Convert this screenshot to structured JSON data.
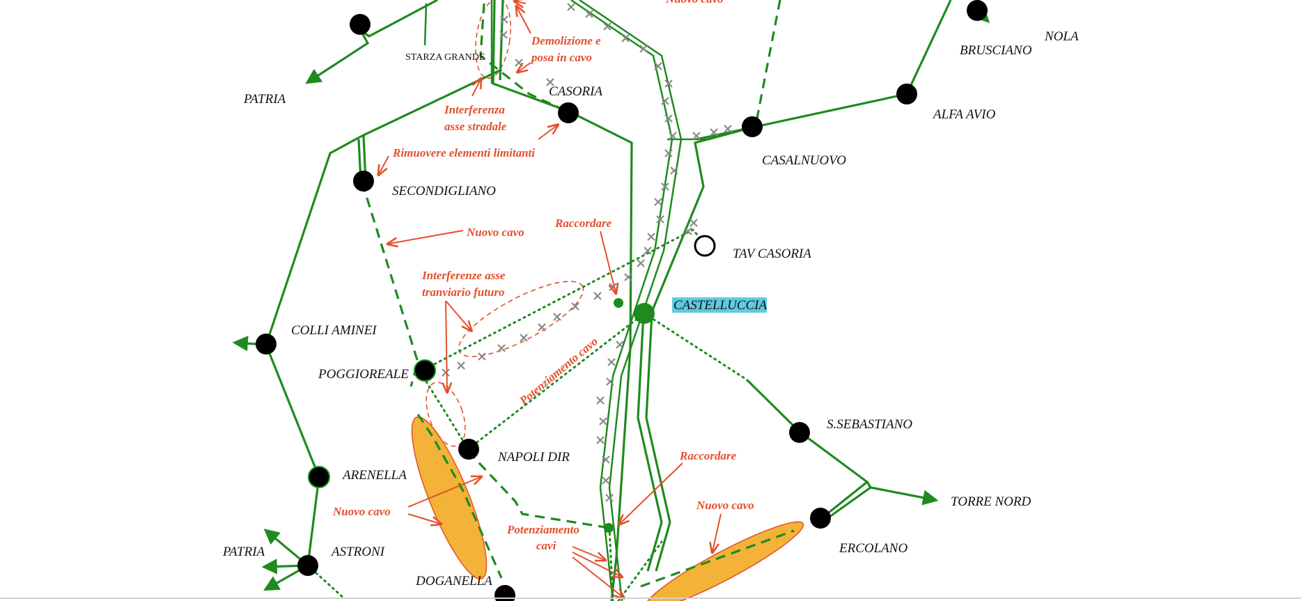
{
  "colors": {
    "line": "#1f8a1f",
    "annotation": "#e2502c",
    "node": "#000000",
    "highlight": "#5ecbe0",
    "cable_fill": "#f5b73b",
    "cross_mark": "#888888"
  },
  "stations": {
    "starza_grande": "STARZA GRANDE",
    "casoria": "CASORIA",
    "patria_top": "PATRIA",
    "brusciano": "BRUSCIANO",
    "nola": "NOLA",
    "alfa_avio": "ALFA AVIO",
    "casalnuovo": "CASALNUOVO",
    "secondigliano": "SECONDIGLIANO",
    "tav_casoria": "TAV CASORIA",
    "castelluccia": "CASTELLUCCIA",
    "colli_aminei": "COLLI AMINEI",
    "poggioreale": "POGGIOREALE",
    "s_sebastiano": "S.SEBASTIANO",
    "napoli_dir": "NAPOLI DIR",
    "arenella": "ARENELLA",
    "torre_nord": "TORRE NORD",
    "ercolano": "ERCOLANO",
    "patria_bottom": "PATRIA",
    "astroni": "ASTRONI",
    "doganella": "DOGANELLA"
  },
  "annotations": {
    "nuovo_cavo_top": "Nuovo cavo",
    "demolizione_1": "Demolizione e",
    "demolizione_2": "posa in cavo",
    "interferenza_1": "Interferenza",
    "interferenza_2": "asse stradale",
    "rimuovere": "Rimuovere elementi limitanti",
    "nuovo_cavo_secondigliano": "Nuovo cavo",
    "raccordare_top": "Raccordare",
    "interferenze_1": "Interferenze asse",
    "interferenze_2": "tranviario futuro",
    "potenziamento_cavo": "Potenziamento cavo",
    "raccordare_bottom": "Raccordare",
    "nuovo_cavo_ercolano": "Nuovo cavo",
    "nuovo_cavo_left": "Nuovo cavo",
    "potenziamento_cavi_1": "Potenziamento",
    "potenziamento_cavi_2": "cavi"
  }
}
